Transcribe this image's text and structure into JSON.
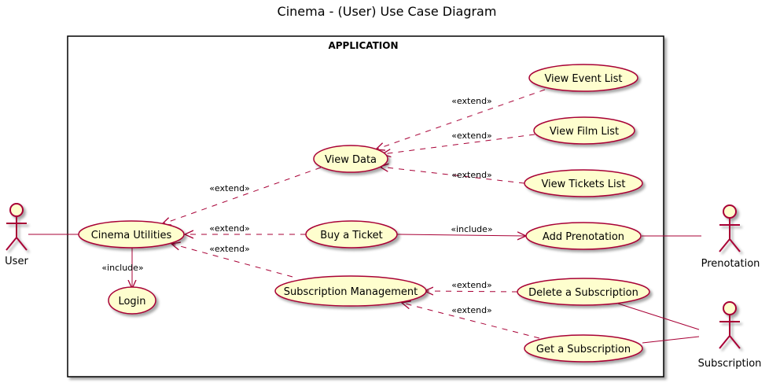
{
  "title": "Cinema - (User) Use Case Diagram",
  "boundary": {
    "label": "APPLICATION"
  },
  "actors": {
    "user": "User",
    "prenotation": "Prenotation",
    "subscription": "Subscription"
  },
  "use_cases": {
    "view_event_list": "View Event List",
    "view_film_list": "View Film List",
    "view_data": "View Data",
    "view_tickets_list": "View Tickets List",
    "cinema_utilities": "Cinema Utilities",
    "buy_a_ticket": "Buy a Ticket",
    "add_prenotation": "Add Prenotation",
    "login": "Login",
    "subscription_management": "Subscription Management",
    "delete_a_subscription": "Delete a Subscription",
    "get_a_subscription": "Get a Subscription"
  },
  "relations": {
    "extend": "«extend»",
    "include": "«include»"
  },
  "colors": {
    "use_case_fill": "#FEFECE",
    "border": "#A80036"
  }
}
